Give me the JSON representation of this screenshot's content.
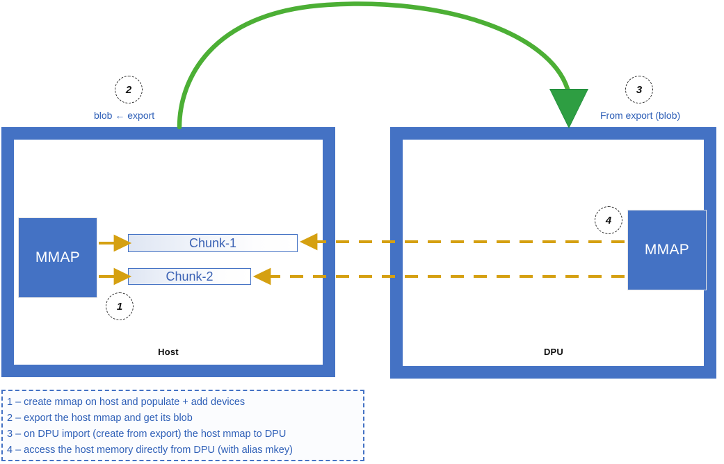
{
  "colors": {
    "box_blue": "#4472C4",
    "text_blue": "#2E5FB7",
    "arrow_orange": "#D5A011",
    "arrow_green": "#4CAF35",
    "badge_black": "#111111"
  },
  "containers": [
    {
      "id": "host",
      "label": "Host"
    },
    {
      "id": "dpu",
      "label": "DPU"
    }
  ],
  "blocks": [
    {
      "id": "host-mmap",
      "label": "MMAP"
    },
    {
      "id": "dpu-mmap",
      "label": "MMAP"
    }
  ],
  "chunks": [
    {
      "id": "chunk-1",
      "label": "Chunk-1"
    },
    {
      "id": "chunk-2",
      "label": "Chunk-2"
    }
  ],
  "badges": [
    {
      "id": "badge-1",
      "number": "1"
    },
    {
      "id": "badge-2",
      "number": "2"
    },
    {
      "id": "badge-3",
      "number": "3"
    },
    {
      "id": "badge-4",
      "number": "4"
    }
  ],
  "captions": [
    {
      "id": "caption-export",
      "text": "blob ← export"
    },
    {
      "id": "caption-import",
      "text": "From export (blob)"
    }
  ],
  "legend": {
    "lines": [
      "1 – create mmap on host and populate + add devices",
      "2 – export the host mmap and get its blob",
      "3 – on DPU import (create from export) the host mmap to DPU",
      "4 – access the host memory directly from DPU (with alias mkey)"
    ]
  },
  "connectors": [
    {
      "id": "green-export-arrow",
      "style": "solid-curved",
      "color": "#4CAF35",
      "from": "host-top",
      "to": "dpu-top"
    },
    {
      "id": "orange-mmap-to-chunk1",
      "style": "solid",
      "color": "#D5A011"
    },
    {
      "id": "orange-mmap-to-chunk2",
      "style": "solid",
      "color": "#D5A011"
    },
    {
      "id": "orange-dpu-to-chunk1",
      "style": "dashed",
      "color": "#D5A011"
    },
    {
      "id": "orange-dpu-to-chunk2",
      "style": "dashed",
      "color": "#D5A011"
    }
  ]
}
